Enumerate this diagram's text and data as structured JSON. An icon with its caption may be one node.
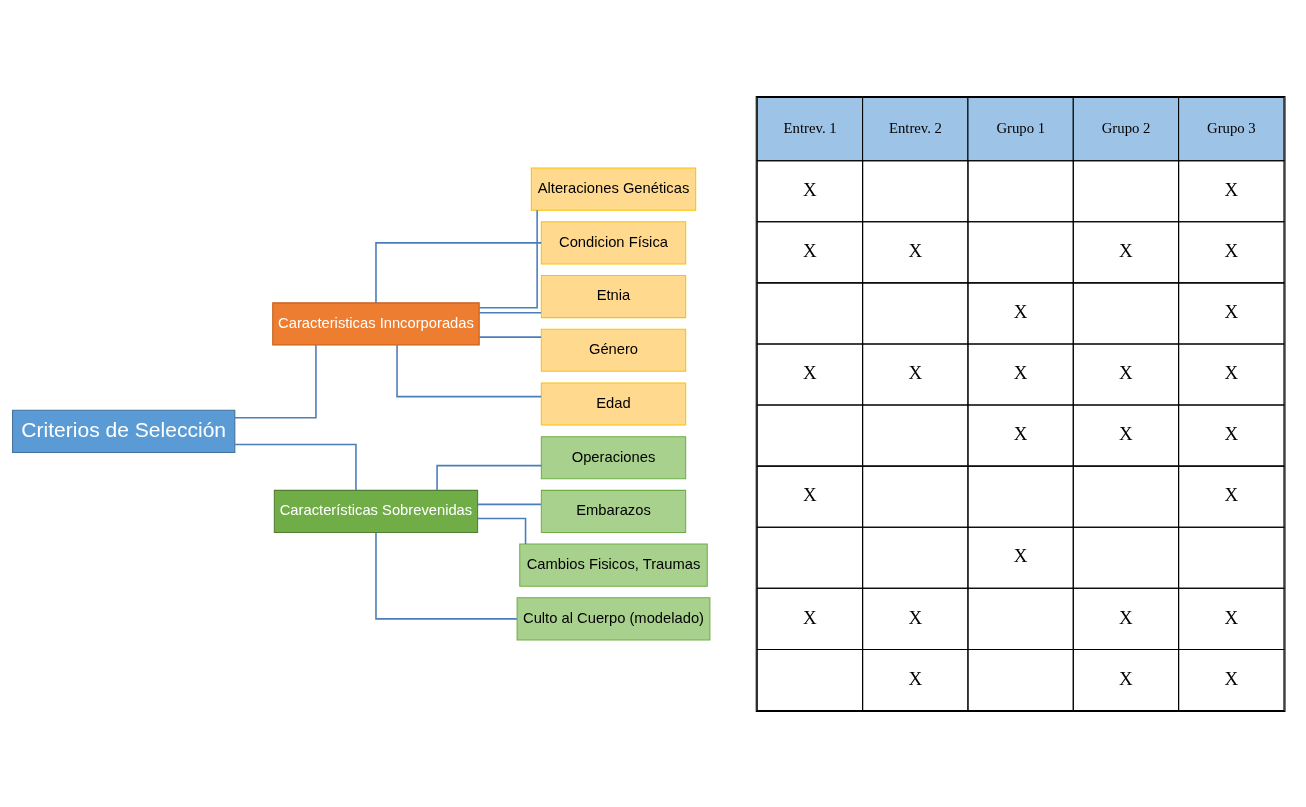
{
  "diagram": {
    "nodes": [
      {
        "text": [
          "Criterios de Selección"
        ]
      },
      {
        "text": [
          "Caracteristicas Inncorporadas"
        ]
      },
      {
        "text": [
          "Alteraciones Genéticas"
        ]
      },
      {
        "text": [
          "Condicion Física"
        ]
      },
      {
        "text": [
          "Etnia"
        ]
      },
      {
        "text": [
          "Género"
        ]
      },
      {
        "text": [
          "Edad"
        ]
      },
      {
        "text": [
          "Características Sobrevenidas"
        ]
      },
      {
        "text": [
          "Operaciones"
        ]
      },
      {
        "text": [
          "Embarazos"
        ]
      },
      {
        "text": [
          "Cambios Fisicos, Traumas"
        ]
      },
      {
        "text": [
          "Culto al Cuerpo (modelado)"
        ]
      }
    ],
    "edges": [
      {
        "from": 0,
        "to": 1,
        "arrow": "none"
      },
      {
        "from": 0,
        "to": 7,
        "arrow": "none"
      },
      {
        "from": 1,
        "to": 2,
        "arrow": "none"
      },
      {
        "from": 1,
        "to": 3,
        "arrow": "none"
      },
      {
        "from": 1,
        "to": 4,
        "arrow": "none"
      },
      {
        "from": 1,
        "to": 5,
        "arrow": "none"
      },
      {
        "from": 1,
        "to": 6,
        "arrow": "none"
      },
      {
        "from": 7,
        "to": 8,
        "arrow": "none"
      },
      {
        "from": 7,
        "to": 9,
        "arrow": "none"
      },
      {
        "from": 7,
        "to": 10,
        "arrow": "none"
      },
      {
        "from": 7,
        "to": 11,
        "arrow": "none"
      }
    ],
    "labels": [
      "Entrev. 1",
      "Entrev. 2",
      "Grupo 1",
      "Grupo 2",
      "Grupo 3",
      "X",
      "X",
      "X",
      "X",
      "X",
      "X",
      "X",
      "X",
      "X",
      "X",
      "X",
      "X",
      "X",
      "X",
      "X",
      "X",
      "X",
      "X",
      "X",
      "X",
      "X",
      "X",
      "X",
      "X",
      "X",
      "X"
    ]
  }
}
